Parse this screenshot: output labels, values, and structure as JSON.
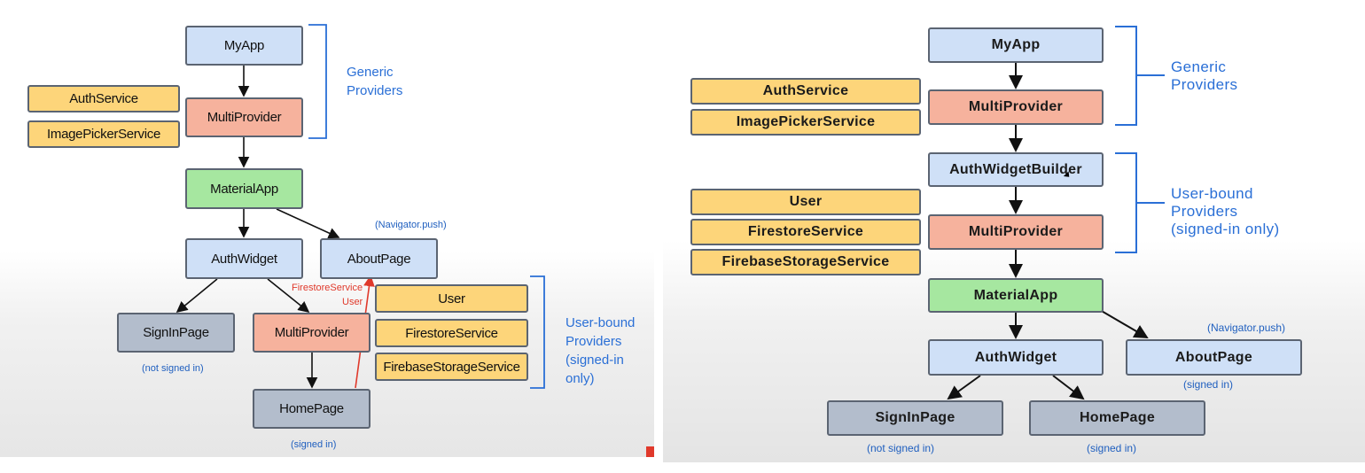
{
  "left": {
    "nodes": {
      "myapp": "MyApp",
      "auth_service": "AuthService",
      "image_picker_service": "ImagePickerService",
      "multiprovider_top": "MultiProvider",
      "material_app": "MaterialApp",
      "auth_widget": "AuthWidget",
      "about_page": "AboutPage",
      "sign_in_page": "SignInPage",
      "multiprovider_bottom": "MultiProvider",
      "home_page": "HomePage",
      "user": "User",
      "firestore_service": "FirestoreService",
      "firebase_storage_service": "FirebaseStorageService"
    },
    "notes": {
      "navigator_push": "(Navigator.push)",
      "not_signed_in": "(not signed in)",
      "signed_in": "(signed in)",
      "red_firestore": "FirestoreService",
      "red_user": "User"
    },
    "brackets": {
      "generic_line1": "Generic",
      "generic_line2": "Providers",
      "user_bound_line1": "User-bound",
      "user_bound_line2": "Providers",
      "user_bound_line3": "(signed-in only)"
    }
  },
  "right": {
    "nodes": {
      "myapp": "MyApp",
      "auth_service": "AuthService",
      "image_picker_service": "ImagePickerService",
      "multiprovider_top": "MultiProvider",
      "auth_widget_builder": "AuthWidgetBuilder",
      "user": "User",
      "firestore_service": "FirestoreService",
      "firebase_storage_service": "FirebaseStorageService",
      "multiprovider_bottom": "MultiProvider",
      "material_app": "MaterialApp",
      "auth_widget": "AuthWidget",
      "about_page": "AboutPage",
      "sign_in_page": "SignInPage",
      "home_page": "HomePage"
    },
    "notes": {
      "navigator_push": "(Navigator.push)",
      "signed_in_about": "(signed in)",
      "not_signed_in": "(not signed in)",
      "signed_in_home": "(signed in)"
    },
    "brackets": {
      "generic_line1": "Generic",
      "generic_line2": "Providers",
      "user_bound_line1": "User-bound",
      "user_bound_line2": "Providers",
      "user_bound_line3": "(signed-in only)"
    }
  },
  "colors": {
    "blue_node": "#cfe0f7",
    "salmon_node": "#f6b29d",
    "yellow_node": "#fdd57a",
    "green_node": "#a6e7a0",
    "gray_node": "#b3bdcc",
    "bracket_blue": "#2a6fd6",
    "red_arrow": "#e0392b"
  }
}
